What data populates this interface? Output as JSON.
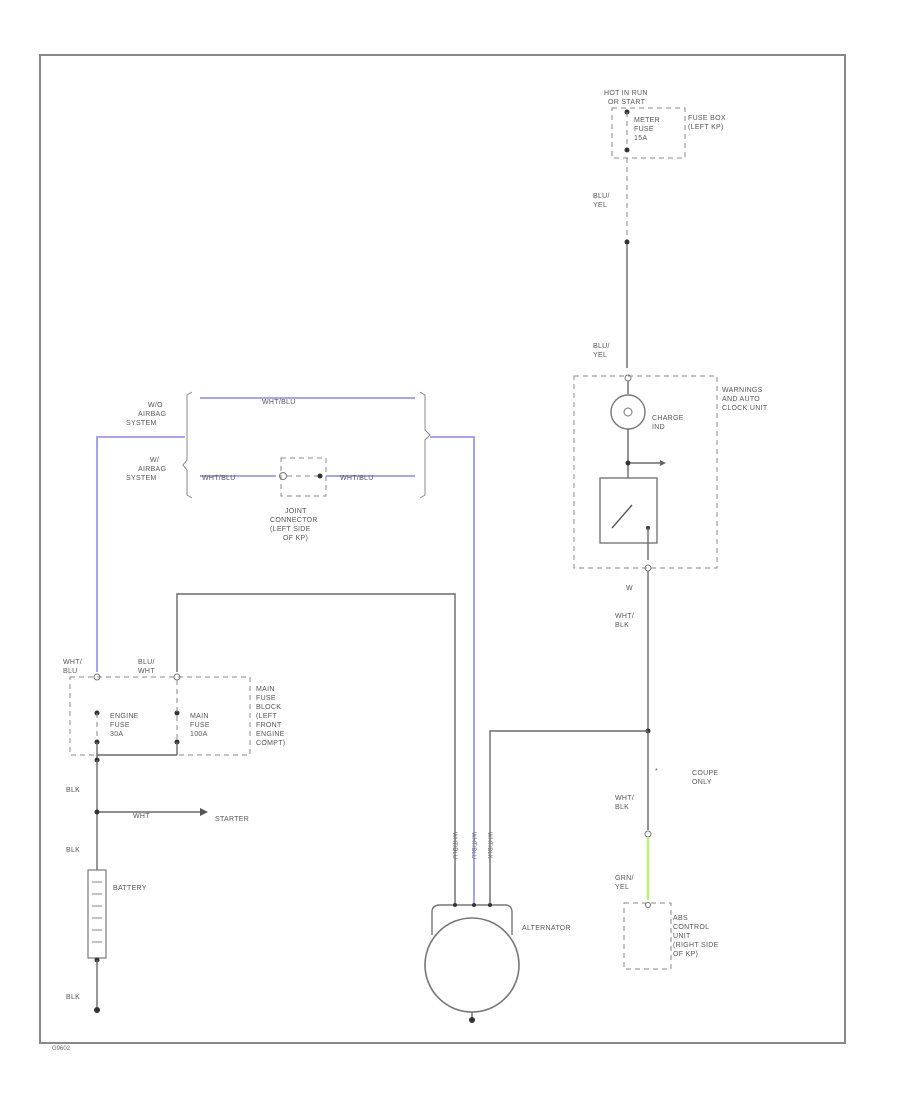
{
  "hot_in_run": "HOT IN RUN",
  "hot_in_run_2": "OR START",
  "fuse_box": [
    "FUSE BOX",
    "(LEFT KP)"
  ],
  "meter_fuse": [
    "METER",
    "FUSE",
    "15A"
  ],
  "wire_blu_yel_top": [
    "BLU/",
    "YEL"
  ],
  "wire_blu_yel_mid": [
    "BLU/",
    "YEL"
  ],
  "gauge_unit": [
    "WARNINGS",
    "AND AUTO",
    "CLOCK UNIT"
  ],
  "charge_ind": [
    "CHARGE",
    "IND"
  ],
  "airbag_wo": [
    "W/O",
    "AIRBAG",
    "SYSTEM"
  ],
  "airbag_w": [
    "W/",
    "AIRBAG",
    "SYSTEM"
  ],
  "wht_red_top": "WHT/BLU",
  "wht_red_left": "WHT/BLU",
  "wht_red_right": "WHT/BLU",
  "joint_connector": [
    "JOINT",
    "CONNECTOR",
    "(LEFT SIDE",
    "OF KP)"
  ],
  "wire_w": "W",
  "wire_wht_blk": [
    "WHT/",
    "BLK"
  ],
  "wht_red_fuse": [
    "WHT/",
    "BLU"
  ],
  "blu_wht": [
    "BLU/",
    "WHT"
  ],
  "engine_fuse": [
    "ENGINE",
    "FUSE",
    "30A"
  ],
  "main_fuse": [
    "MAIN",
    "FUSE",
    "100A"
  ],
  "main_fuse_block": [
    "MAIN",
    "FUSE",
    "BLOCK",
    "(LEFT",
    "FRONT",
    "ENGINE",
    "COMPT)"
  ],
  "blk_1": "BLK",
  "blk_2": "BLK",
  "wht_starter": "WHT",
  "starter": "STARTER",
  "battery": "BATTERY",
  "wire_star": "*",
  "coupe_only": [
    "COUPE",
    "ONLY"
  ],
  "wht_blk_2": [
    "WHT/",
    "BLK"
  ],
  "grn_yel": [
    "GRN/",
    "YEL"
  ],
  "ecm": [
    "ABS",
    "CONTROL",
    "UNIT",
    "(RIGHT SIDE",
    "OF KP)"
  ],
  "alternator": "ALTERNATOR",
  "alt_wires": [
    "WHT/BLU",
    "WHT/BLU",
    "WHT/BLK"
  ],
  "ground": "BLK",
  "figure_code": "G9602"
}
